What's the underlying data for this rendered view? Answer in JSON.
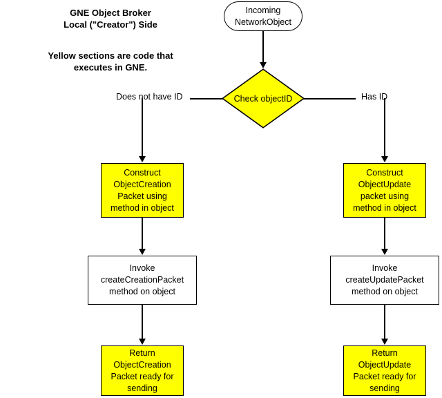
{
  "diagram": {
    "title_main": "GNE Object Broker\nLocal (\"Creator\") Side",
    "title_note": "Yellow sections are code that\nexecutes in GNE.",
    "colors": {
      "gne_fill": "#FFFF00",
      "plain_fill": "#FFFFFF",
      "stroke": "#000000",
      "background": "#FFFFFF"
    },
    "nodes": {
      "start": "Incoming\nNetworkObject",
      "decision": "Check objectID",
      "left_construct": "Construct\nObjectCreation\nPacket using\nmethod in object",
      "right_construct": "Construct\nObjectUpdate\npacket using\nmethod in object",
      "left_invoke": "Invoke\ncreateCreationPacket\nmethod on object",
      "right_invoke": "Invoke\ncreateUpdatePacket\nmethod on object",
      "left_return": "Return\nObjectCreation\nPacket ready for\nsending",
      "right_return": "Return\nObjectUpdate\nPacket ready for\nsending"
    },
    "edge_labels": {
      "left_branch": "Does not have ID",
      "right_branch": "Has ID"
    }
  }
}
